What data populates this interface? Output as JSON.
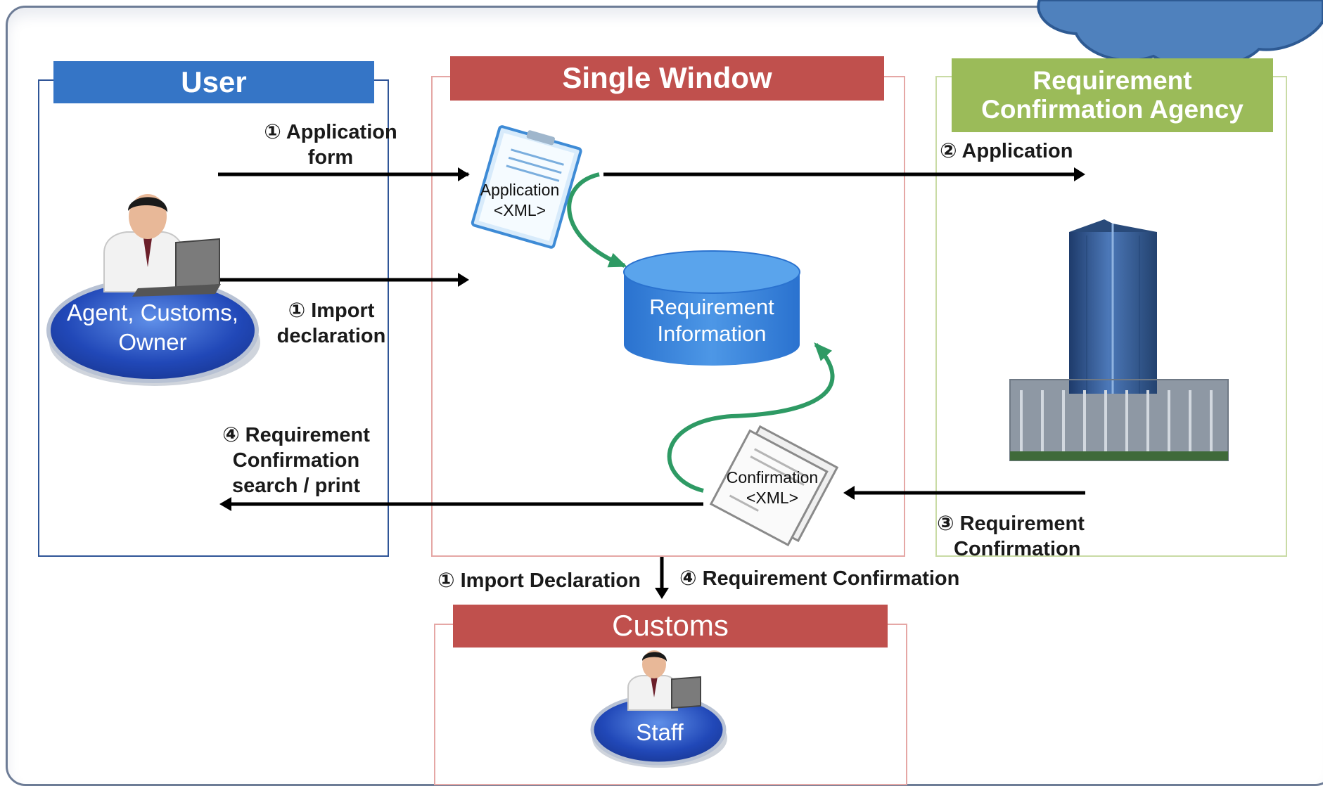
{
  "sections": {
    "user": {
      "title": "User"
    },
    "single_window": {
      "title": "Single Window"
    },
    "agency": {
      "title_line1": "Requirement",
      "title_line2": "Confirmation Agency"
    },
    "customs": {
      "title": "Customs"
    }
  },
  "actors": {
    "user_actor": {
      "line1": "Agent, Customs,",
      "line2": "Owner"
    },
    "staff": "Staff"
  },
  "documents": {
    "application": {
      "line1": "Application",
      "line2": "<XML>"
    },
    "confirmation": {
      "line1": "Confirmation",
      "line2": "<XML>"
    }
  },
  "database": {
    "line1": "Requirement",
    "line2": "Information"
  },
  "flows": {
    "application_form": {
      "line1": "① Application",
      "line2": "form"
    },
    "import_declaration": {
      "line1": "① Import",
      "line2": "declaration"
    },
    "application_to_agency": "② Application",
    "req_confirmation_from_agency": {
      "line1": "③ Requirement",
      "line2": "Confirmation"
    },
    "req_confirmation_to_user": {
      "line1": "④ Requirement",
      "line2": "Confirmation",
      "line3": "search / print"
    },
    "import_declaration_customs": "① Import Declaration",
    "req_confirmation_customs": "④ Requirement Confirmation"
  },
  "colors": {
    "user_header": "#3575c6",
    "single_window_header": "#c0504d",
    "agency_header": "#9bbb59",
    "customs_header": "#c0504d",
    "flow_green": "#2e9a64",
    "cloud": "#4f81bd"
  }
}
